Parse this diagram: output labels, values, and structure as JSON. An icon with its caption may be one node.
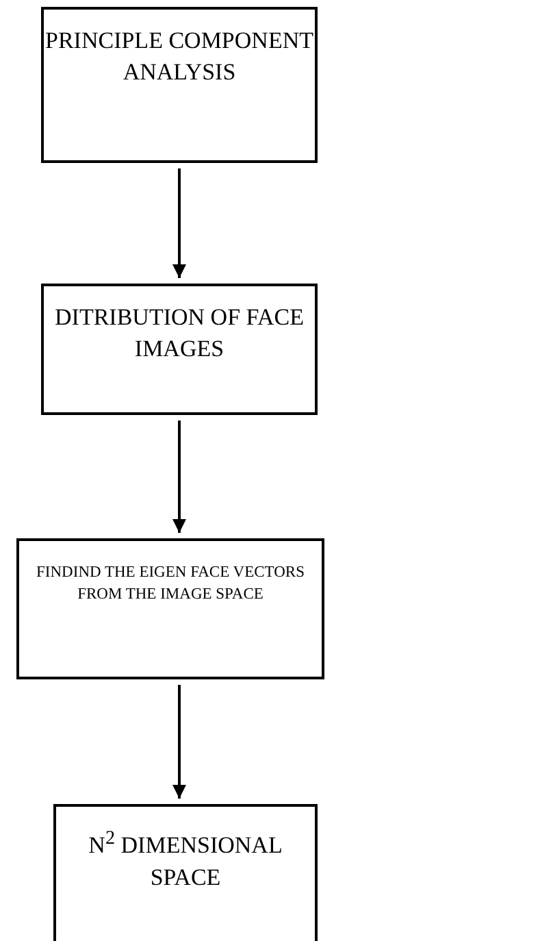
{
  "diagram": {
    "nodes": [
      {
        "text": [
          "PRINCIPLE COMPONENT ANALYSIS"
        ]
      },
      {
        "text": [
          "DITRIBUTION OF FACE IMAGES"
        ]
      },
      {
        "text": [
          "FINDIND THE EIGEN FACE VECTORS FROM THE IMAGE SPACE"
        ]
      },
      {
        "text": [
          "N$^{2}$ DIMENSIONAL SPACE"
        ]
      }
    ],
    "edges": [
      {
        "from": 0,
        "to": 1,
        "arrow": "to"
      },
      {
        "from": 1,
        "to": 2,
        "arrow": "to"
      },
      {
        "from": 2,
        "to": 3,
        "arrow": "to"
      }
    ]
  }
}
